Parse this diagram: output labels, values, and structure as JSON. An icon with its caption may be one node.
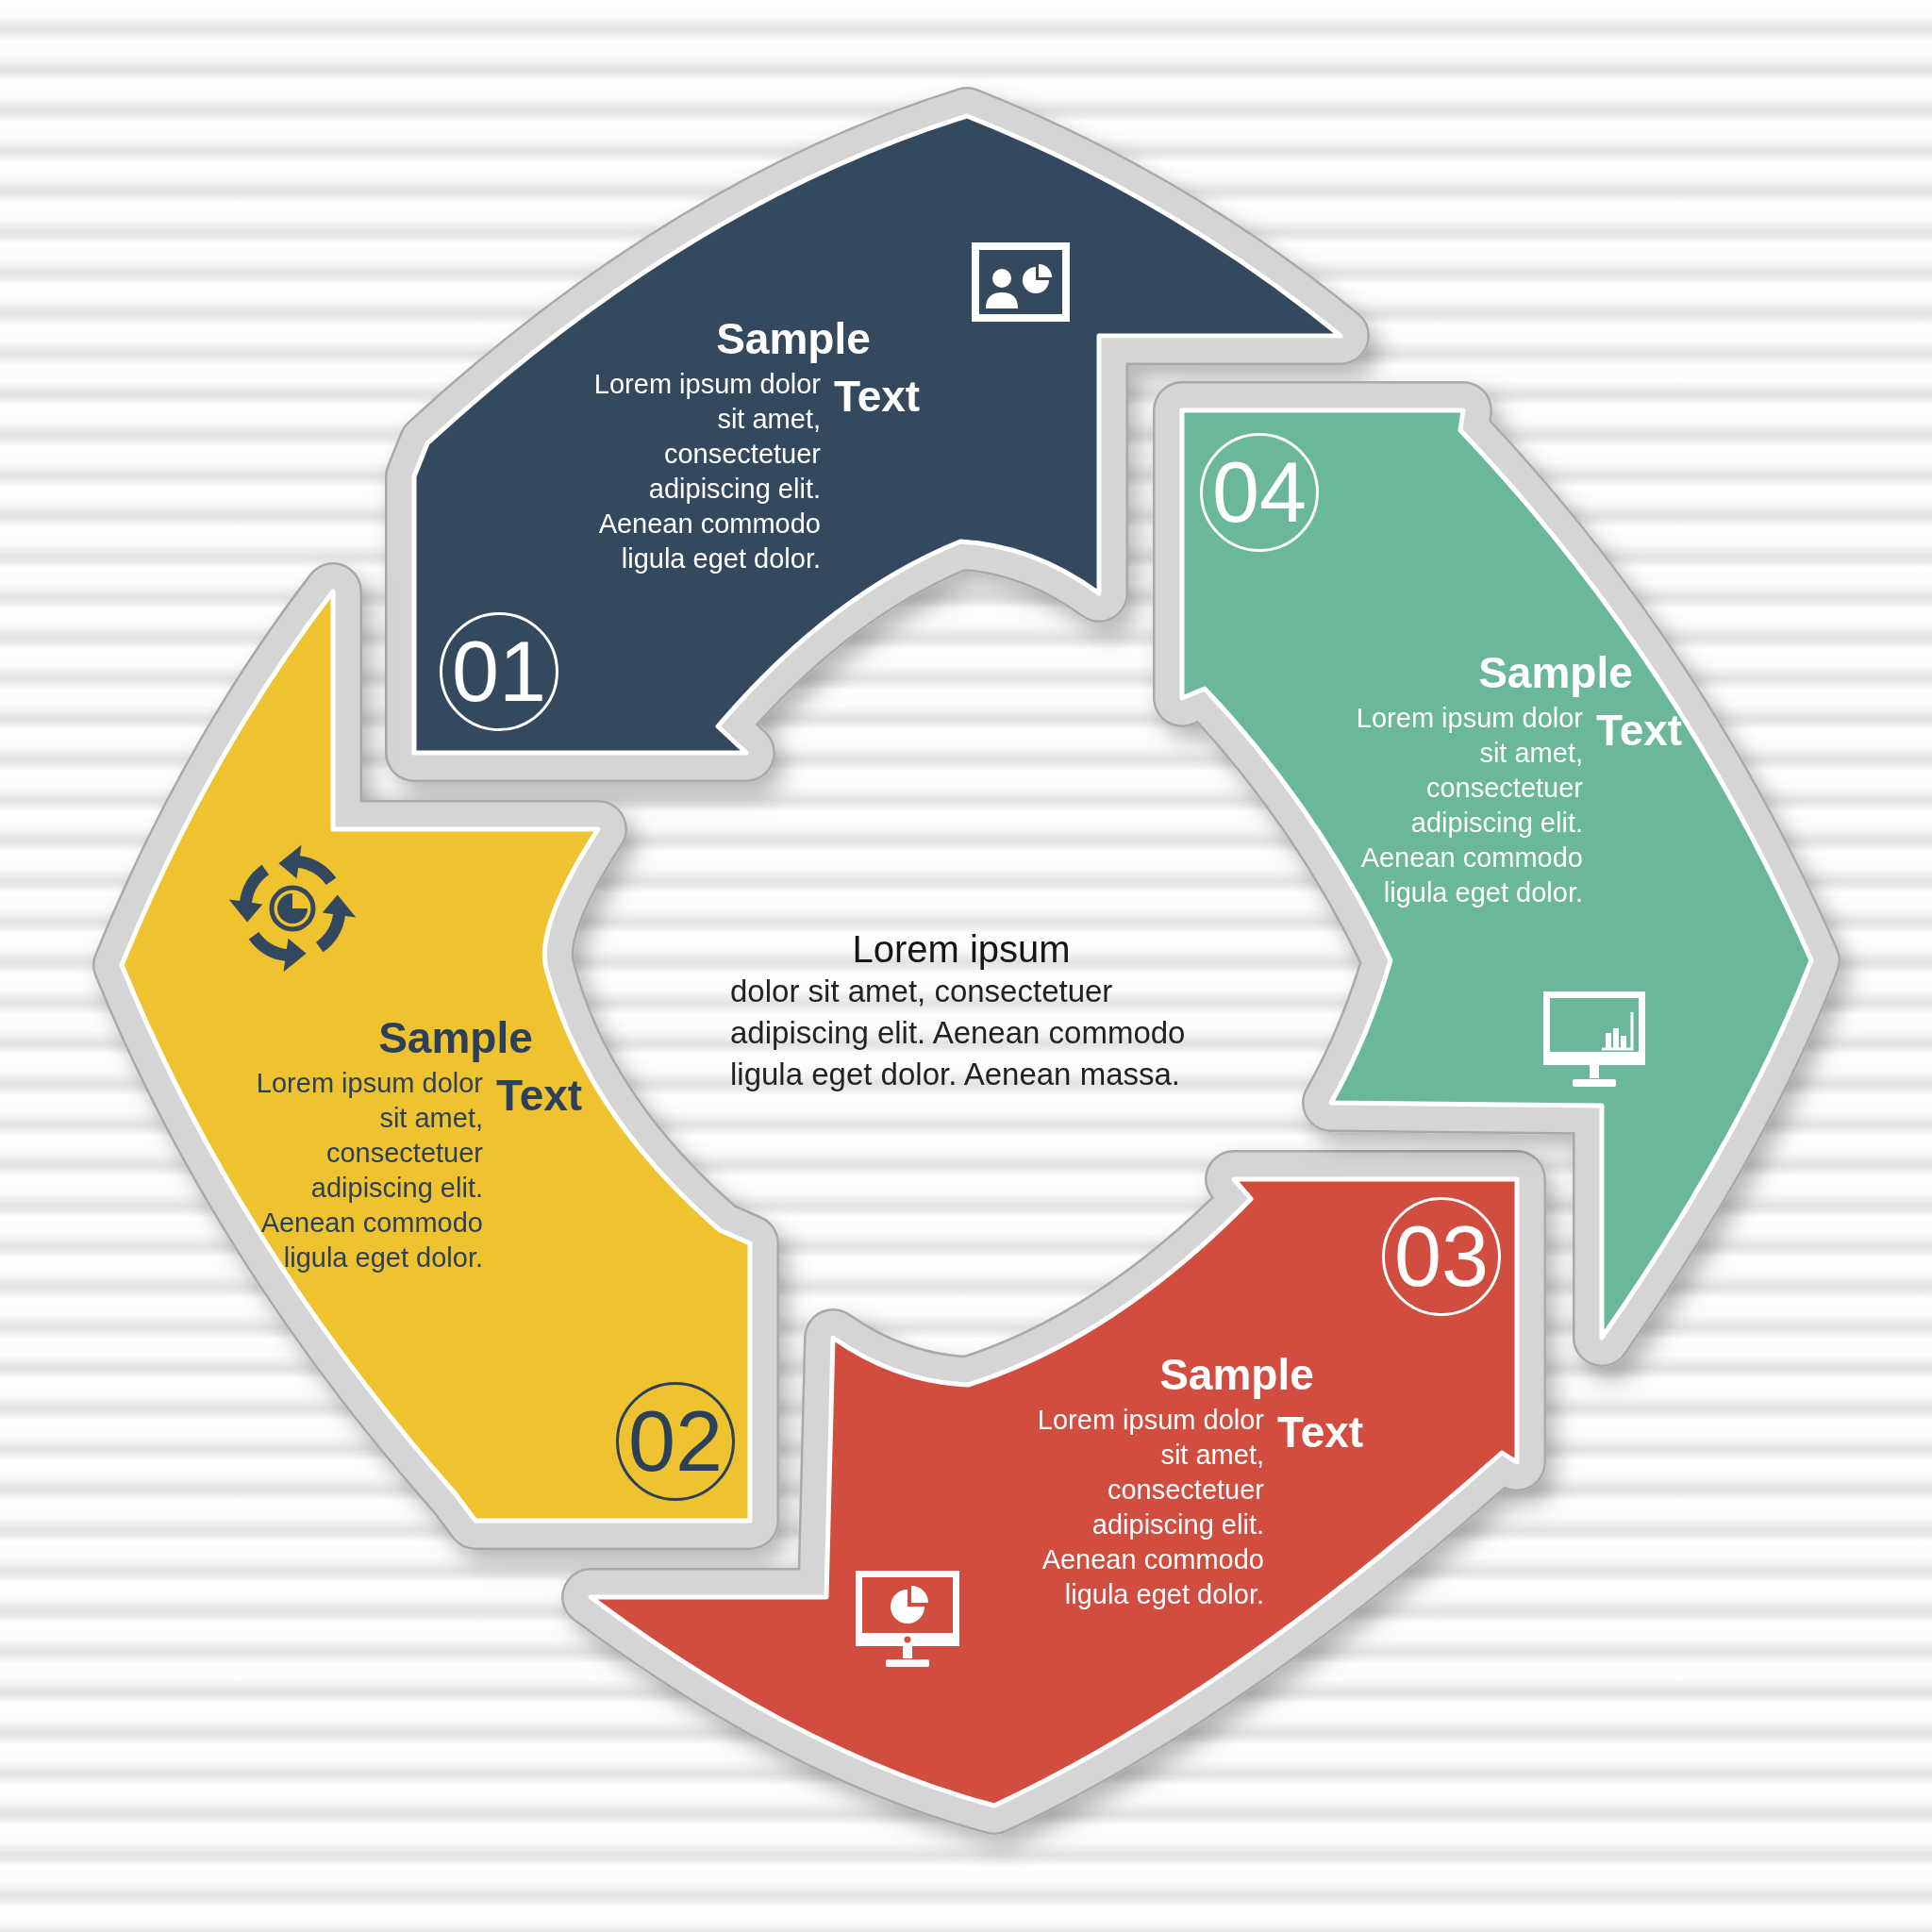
{
  "diagram": {
    "nodes": [
      {
        "text": [
          "Sample",
          "Lorem ipsum dolor sit amet, consectetuer adipiscing elit. Aenean commodo ligula eget dolor.",
          "Text"
        ]
      },
      {
        "text": [
          "01"
        ],
        "in": 0
      },
      {
        "text": [
          "Sample",
          "Lorem ipsum dolor sit amet, consectetuer adipiscing elit. Aenean commodo ligula eget dolor.",
          "Text"
        ]
      },
      {
        "text": [
          "02"
        ],
        "in": 2
      },
      {
        "text": [
          "Sample",
          "Lorem ipsum dolor sit amet, consectetuer adipiscing elit. Aenean commodo ligula eget dolor.",
          "Text"
        ]
      },
      {
        "text": [
          "03"
        ],
        "in": 4
      },
      {
        "text": [
          "Sample",
          "Lorem ipsum dolor sit amet, consectetuer adipiscing elit. Aenean commodo ligula eget dolor.",
          "Text"
        ]
      },
      {
        "text": [
          "04"
        ],
        "in": 6
      }
    ],
    "labels": [
      "Lorem ipsum",
      "dolor sit amet, consectetuer adipiscing elit. Aenean commodo ligula eget dolor. Aenean massa."
    ]
  }
}
